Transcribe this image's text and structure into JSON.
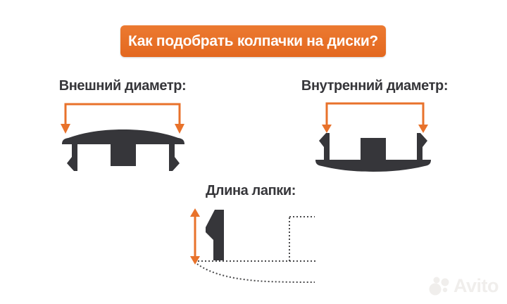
{
  "banner": {
    "title": "Как подобрать колпачки на диски?"
  },
  "diagrams": {
    "outer": {
      "label": "Внешний диаметр:"
    },
    "inner": {
      "label": "Внутренний диаметр:"
    },
    "leg": {
      "label": "Длина лапки:"
    }
  },
  "watermark": {
    "brand": "Avito"
  },
  "colors": {
    "accent": "#e8722b",
    "dark": "#36363a",
    "dotted_line": "#4a4a4c",
    "banner_text": "#ffffff",
    "watermark": "#f0eeec",
    "background": "#ffffff"
  }
}
